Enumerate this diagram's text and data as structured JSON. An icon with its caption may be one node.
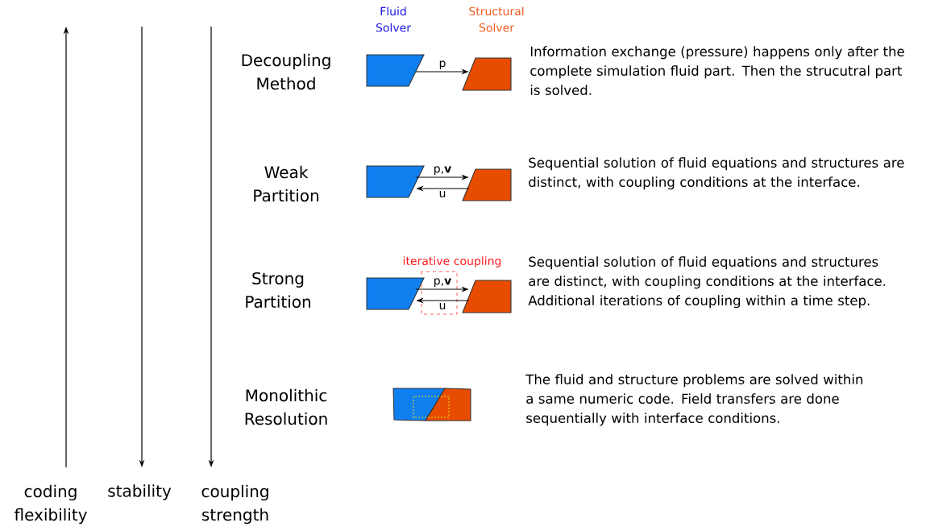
{
  "diagram": {
    "nodes": [
      {
        "text": [],
        "shape": "parallelogram"
      },
      {
        "text": [],
        "shape": "parallelogram"
      },
      {
        "text": [],
        "shape": "parallelogram"
      },
      {
        "text": [],
        "shape": "parallelogram"
      },
      {
        "text": [],
        "shape": "parallelogram"
      },
      {
        "text": [],
        "shape": "parallelogram"
      },
      {
        "text": [],
        "shape": "parallelogram"
      },
      {
        "text": [],
        "shape": "parallelogram"
      }
    ],
    "edges": [
      {
        "from": 0,
        "to": 1,
        "arrow": "to",
        "label": "p"
      },
      {
        "from": 2,
        "to": 3,
        "arrow": "to",
        "label": "p,**v**"
      },
      {
        "from": 3,
        "to": 2,
        "arrow": "to",
        "label": "u"
      },
      {
        "from": 4,
        "to": 5,
        "arrow": "to",
        "label": "p,**v**"
      },
      {
        "from": 5,
        "to": 4,
        "arrow": "to",
        "label": "u"
      }
    ],
    "labels": [
      "Fluid Solver",
      "Structural Solver",
      "Decoupling Method",
      "Information exchange (pressure) happens only after the complete simulation fluid part. Then the strucutral part is solved.",
      "Weak Partition",
      "Sequential solution of fluid equations and structures are distinct, with coupling conditions at the interface.",
      "iterative coupling",
      "Strong Partition",
      "Sequential solution of fluid equations and structures are distinct, with coupling conditions at the interface. Additional iterations of coupling within a time step.",
      "Monolithic Resolution",
      "The fluid and structure problems are solved within a same numeric code. Field transfers are done sequentially with interface conditions.",
      "coding flexibility",
      "stability",
      "coupling strength"
    ]
  }
}
